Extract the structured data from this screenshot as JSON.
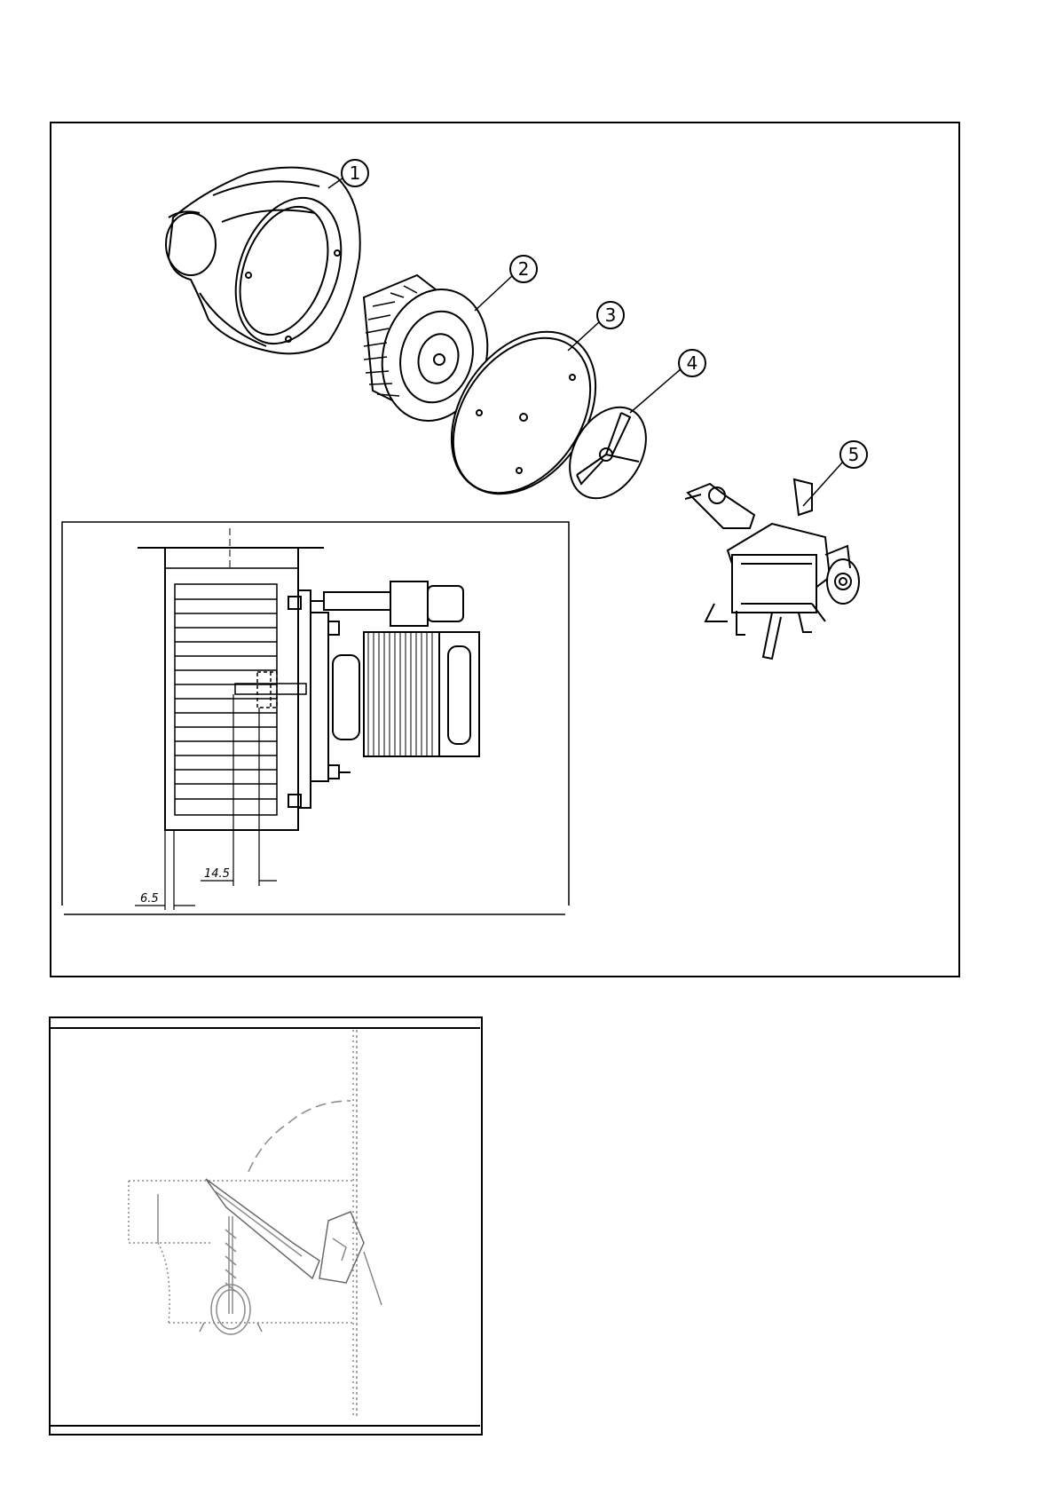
{
  "callouts": {
    "c1": "1",
    "c2": "2",
    "c3": "3",
    "c4": "4",
    "c5": "5"
  },
  "dimensions": {
    "d1": "14.5",
    "d2": "6.5"
  },
  "colors": {
    "line": "#000000",
    "faint_line": "#8a8a8a",
    "background": "#ffffff"
  }
}
